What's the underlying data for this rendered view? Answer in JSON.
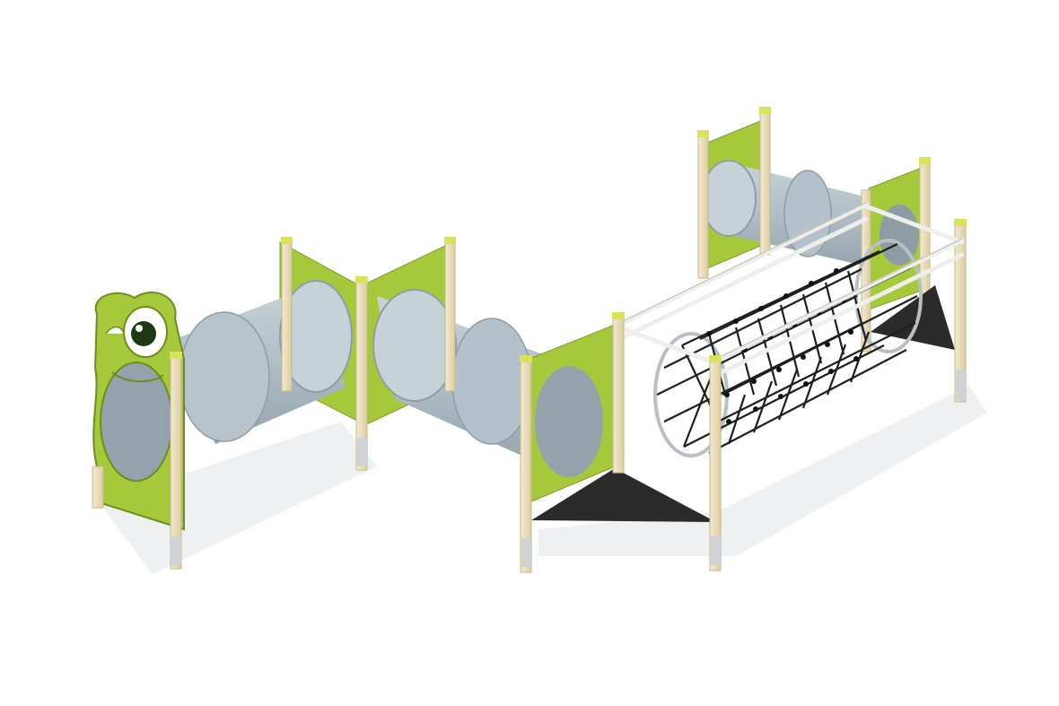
{
  "scene": {
    "subject": "playground-tunnel-crawl-structure",
    "colors": {
      "panel_green": "#a6c93c",
      "panel_green_dark": "#8fb12d",
      "tube_grey": "#aebbc4",
      "tube_light": "#c6d1d8",
      "tube_dark": "#8e9ca6",
      "post_wood": "#e9dcb8",
      "post_cap": "#d8e35a",
      "net_black": "#1e1e1e",
      "deck_black": "#2b2b2b",
      "rail_white": "#eeeeea",
      "ring_metal": "#b9bfc4",
      "shadow": "#e9ebee"
    },
    "components": {
      "frog_face_panel": "frog-face-icon",
      "tunnel_tubes": 3,
      "flat_panels": 5,
      "net_tunnel": "rope-net-tunnel",
      "corner_decks": 2
    }
  }
}
